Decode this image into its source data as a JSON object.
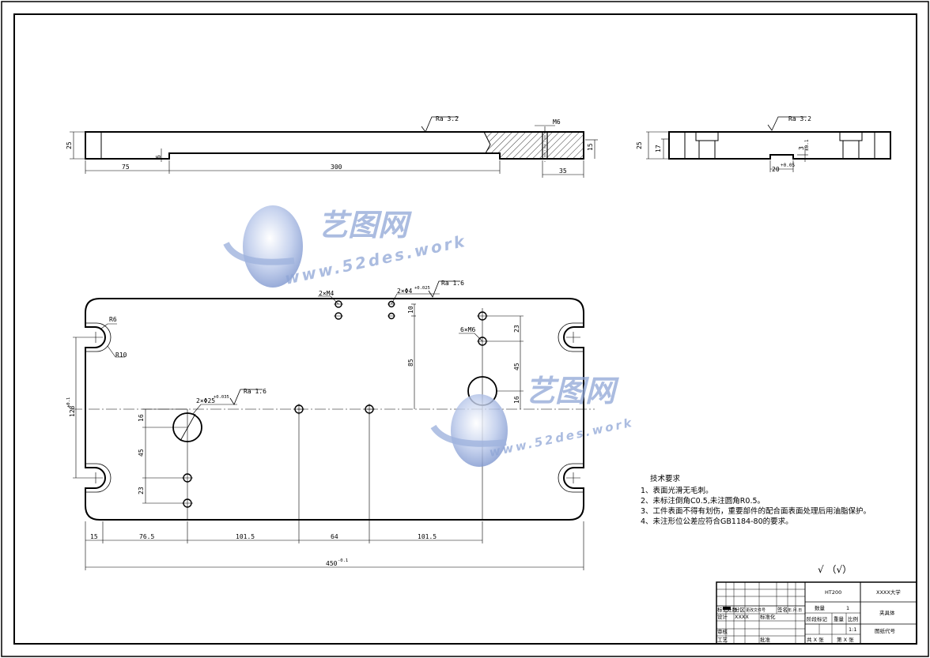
{
  "top_view": {
    "roughness": "Ra 3.2",
    "thread": "M6",
    "dim_height": "25",
    "dim_step": "6",
    "dim_left": "75",
    "dim_mid": "300",
    "dim_right": "35",
    "dim_right_h": "15"
  },
  "side_view": {
    "roughness": "Ra 3.2",
    "dim_height": "25",
    "dim_inner": "17",
    "dim_slot_depth": "3",
    "dim_slot_depth_tol": "±0.1",
    "dim_slot_width": "20",
    "dim_slot_width_tol": "+0.05"
  },
  "plan_view": {
    "label_2xM4": "2×M4",
    "label_pin_holes": "2×Φ4",
    "label_pin_tol": "+0.025",
    "label_pin_ra": "Ra 1.6",
    "label_6xM6": "6×M6",
    "label_bore": "2×Φ25",
    "label_bore_tol": "+0.035",
    "label_bore_ra": "Ra 1.6",
    "label_r6": "R6",
    "label_r10": "R10",
    "dim_10": "10",
    "dim_85": "85",
    "dim_23a": "23",
    "dim_45a": "45",
    "dim_16a": "16",
    "dim_16b": "16",
    "dim_45b": "45",
    "dim_23b": "23",
    "dim_128": "128",
    "dim_128_tol": "±0.1",
    "dim_15": "15",
    "dim_76_5": "76.5",
    "dim_101_5a": "101.5",
    "dim_64": "64",
    "dim_101_5b": "101.5",
    "dim_450": "450",
    "dim_450_tol": "-0.1"
  },
  "watermark": {
    "brand": "艺图网",
    "url": "www.52des.work"
  },
  "tech_requirements": {
    "title": "技术要求",
    "items": [
      "1、表面光滑无毛刺。",
      "2、未标注倒角C0.5,未注圆角R0.5。",
      "3、工件表面不得有划伤，重要部件的配合面表面处理后用油脂保护。",
      "4、未注形位公差应符合GB1184-80的要求。"
    ]
  },
  "roughness_general": "√ （√）",
  "title_block": {
    "material": "HT200",
    "school": "XXXX大学",
    "quantity_label": "数量",
    "quantity_value": "1",
    "part_name": "夹具体",
    "stage_mark_label": "阶段标记",
    "weight_label": "重量",
    "scale_label": "比例",
    "scale_value": "1:1",
    "drawing_no": "图纸代号",
    "sheets": "共 X 张",
    "sheet_no": "第 X 张",
    "designer_label": "设计",
    "designer_name": "XXXX",
    "standardize_label": "标准化",
    "review_label": "审核",
    "process_label": "工艺",
    "approve_label": "批准",
    "mark_label": "标记",
    "count_label": "处数",
    "zone_label": "分区",
    "change_doc_label": "更改文件号",
    "sign_label": "签名",
    "date_label": "年.月.日"
  }
}
